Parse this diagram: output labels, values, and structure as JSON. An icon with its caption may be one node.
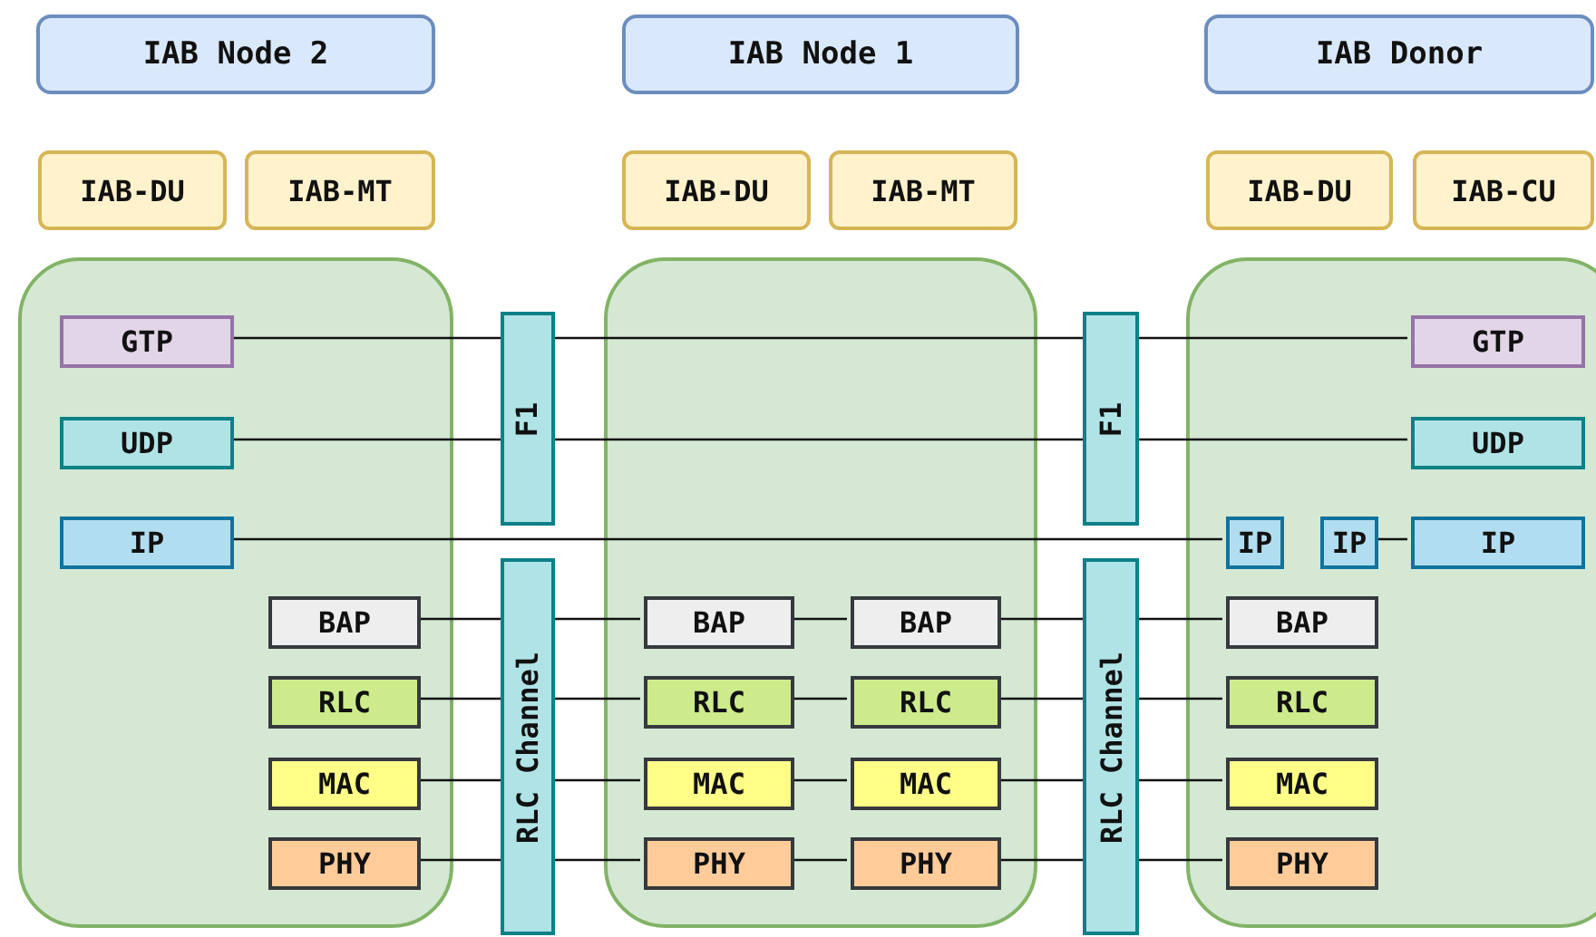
{
  "diagram": {
    "nodes": [
      {
        "text": [
          "IAB Node 2"
        ]
      },
      {
        "text": [
          "IAB Node 1"
        ]
      },
      {
        "text": [
          "IAB Donor"
        ]
      },
      {
        "text": [
          "IAB-DU"
        ]
      },
      {
        "text": [
          "IAB-MT"
        ]
      },
      {
        "text": [
          "IAB-DU"
        ]
      },
      {
        "text": [
          "IAB-MT"
        ]
      },
      {
        "text": [
          "IAB-DU"
        ]
      },
      {
        "text": [
          "IAB-CU"
        ]
      },
      {
        "text": [],
        "shape": "box"
      },
      {
        "text": [
          "GTP"
        ],
        "in": 9
      },
      {
        "text": [
          "UDP"
        ],
        "in": 9
      },
      {
        "text": [
          "IP"
        ],
        "in": 9
      },
      {
        "text": [
          "BAP"
        ],
        "in": 9
      },
      {
        "text": [
          "RLC"
        ],
        "in": 9
      },
      {
        "text": [
          "MAC"
        ],
        "in": 9
      },
      {
        "text": [
          "PHY"
        ],
        "in": 9
      },
      {
        "text": [
          "F1"
        ]
      },
      {
        "text": [
          "RLC Channel"
        ]
      },
      {
        "text": [],
        "shape": "box"
      },
      {
        "text": [
          "BAP"
        ],
        "in": 19
      },
      {
        "text": [
          "BAP"
        ],
        "in": 19
      },
      {
        "text": [
          "RLC"
        ],
        "in": 19
      },
      {
        "text": [
          "RLC"
        ],
        "in": 19
      },
      {
        "text": [
          "MAC"
        ],
        "in": 19
      },
      {
        "text": [
          "MAC"
        ],
        "in": 19
      },
      {
        "text": [
          "PHY"
        ],
        "in": 19
      },
      {
        "text": [
          "PHY"
        ],
        "in": 19
      },
      {
        "text": [
          "F1"
        ]
      },
      {
        "text": [
          "RLC Channel"
        ]
      },
      {
        "text": [],
        "shape": "box"
      },
      {
        "text": [
          "GTP"
        ],
        "in": 30
      },
      {
        "text": [
          "UDP"
        ],
        "in": 30
      },
      {
        "text": [
          "IP"
        ],
        "in": 30
      },
      {
        "text": [
          "IP"
        ],
        "in": 30
      },
      {
        "text": [
          "IP"
        ],
        "in": 30
      },
      {
        "text": [
          "BAP"
        ],
        "in": 30
      },
      {
        "text": [
          "RLC"
        ],
        "in": 30
      },
      {
        "text": [
          "MAC"
        ],
        "in": 30
      },
      {
        "text": [
          "PHY"
        ],
        "in": 30
      }
    ],
    "edges": [
      {
        "from": 10,
        "to": 17,
        "arrow": "none"
      },
      {
        "from": 17,
        "to": 28,
        "arrow": "none"
      },
      {
        "from": 28,
        "to": 31,
        "arrow": "none"
      },
      {
        "from": 11,
        "to": 17,
        "arrow": "none"
      },
      {
        "from": 17,
        "to": 28,
        "arrow": "none"
      },
      {
        "from": 28,
        "to": 32,
        "arrow": "none"
      },
      {
        "from": 12,
        "to": 33,
        "arrow": "none"
      },
      {
        "from": 34,
        "to": 35,
        "arrow": "none"
      },
      {
        "from": 13,
        "to": 18,
        "arrow": "none"
      },
      {
        "from": 18,
        "to": 20,
        "arrow": "none"
      },
      {
        "from": 20,
        "to": 21,
        "arrow": "none"
      },
      {
        "from": 21,
        "to": 29,
        "arrow": "none"
      },
      {
        "from": 29,
        "to": 36,
        "arrow": "none"
      },
      {
        "from": 14,
        "to": 18,
        "arrow": "none"
      },
      {
        "from": 18,
        "to": 22,
        "arrow": "none"
      },
      {
        "from": 22,
        "to": 23,
        "arrow": "none"
      },
      {
        "from": 23,
        "to": 29,
        "arrow": "none"
      },
      {
        "from": 29,
        "to": 37,
        "arrow": "none"
      },
      {
        "from": 15,
        "to": 18,
        "arrow": "none"
      },
      {
        "from": 18,
        "to": 24,
        "arrow": "none"
      },
      {
        "from": 24,
        "to": 25,
        "arrow": "none"
      },
      {
        "from": 25,
        "to": 29,
        "arrow": "none"
      },
      {
        "from": 29,
        "to": 38,
        "arrow": "none"
      },
      {
        "from": 16,
        "to": 18,
        "arrow": "none"
      },
      {
        "from": 18,
        "to": 26,
        "arrow": "none"
      },
      {
        "from": 26,
        "to": 27,
        "arrow": "none"
      },
      {
        "from": 27,
        "to": 29,
        "arrow": "none"
      },
      {
        "from": 29,
        "to": 39,
        "arrow": "none"
      }
    ]
  }
}
